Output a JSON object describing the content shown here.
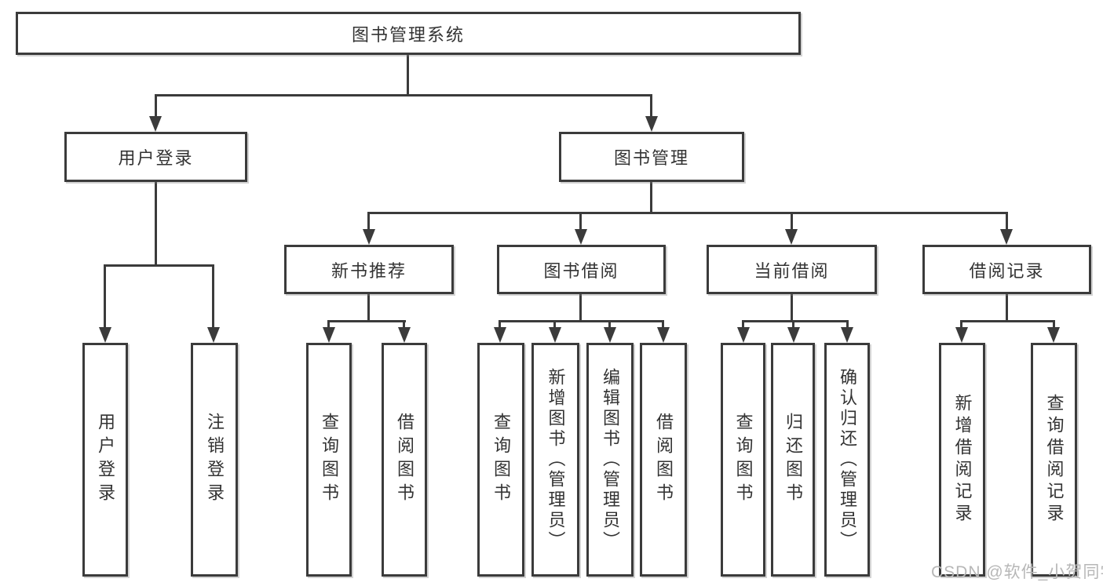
{
  "tree": {
    "root": "图书管理系统",
    "level2": {
      "user_login": "用户登录",
      "book_mgmt": "图书管理"
    },
    "level3": {
      "new_book": "新书推荐",
      "borrow": "图书借阅",
      "current": "当前借阅",
      "records": "借阅记录"
    },
    "leaves": {
      "user_login": [
        "用户登录",
        "注销登录"
      ],
      "new_book": [
        "查询图书",
        "借阅图书"
      ],
      "borrow": [
        "查询图书",
        "新增图书（管理员）",
        "编辑图书（管理员）",
        "借阅图书"
      ],
      "current": [
        "查询图书",
        "归还图书",
        "确认归还（管理员）"
      ],
      "records": [
        "新增借阅记录",
        "查询借阅记录"
      ]
    }
  },
  "watermark": "CSDN @软件_小贺同学",
  "colors": {
    "line": "#3b3b3b",
    "box_border": "#3b3b3b",
    "text": "#333333",
    "watermark": "#b7b7b7",
    "background": "#ffffff"
  }
}
